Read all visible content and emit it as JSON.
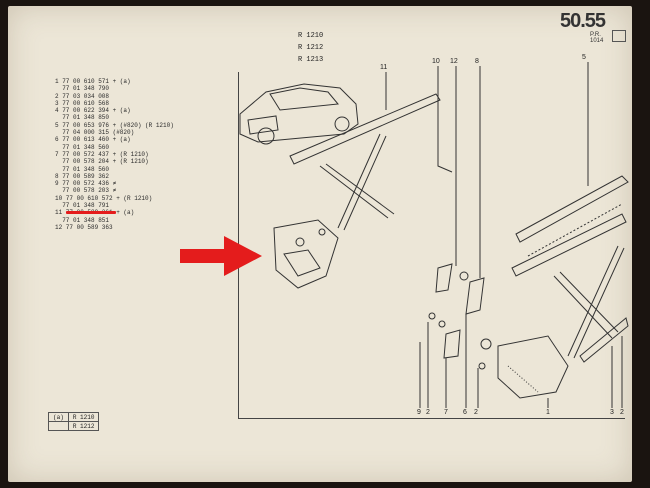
{
  "page": {
    "number": "50.55",
    "sub": "P.R. 1014"
  },
  "header": {
    "line1": "R 1210",
    "line2": "R 1212",
    "line3": "R 1213"
  },
  "parts": [
    {
      "line": "1 77 00 610 571 + (a)"
    },
    {
      "line": "  77 01 348 790"
    },
    {
      "line": "2 77 03 034 008"
    },
    {
      "line": "3 77 00 610 568"
    },
    {
      "line": "4 77 00 622 394 + (a)"
    },
    {
      "line": "  77 01 348 850"
    },
    {
      "line": "5 77 00 653 976 + (#820) (R 1210)"
    },
    {
      "line": "  77 04 000 315 (#820)"
    },
    {
      "line": "6 77 00 613 460 + (a)"
    },
    {
      "line": "  77 01 348 560"
    },
    {
      "line": "7 77 00 572 437 + (R 1210)"
    },
    {
      "line": "  77 00 578 204 + (R 1210)"
    },
    {
      "line": "  77 01 348 560"
    },
    {
      "line": "8 77 00 589 362"
    },
    {
      "line": "9 77 00 572 436 ≠"
    },
    {
      "line": "  77 00 578 203 ≠"
    },
    {
      "line": "10 77 00 610 572 + (R 1210)"
    },
    {
      "line": "  77 01 348 791"
    },
    {
      "line": "11 77 00 589 361 + (a)"
    },
    {
      "line": "  77 01 348 851"
    },
    {
      "line": "12 77 00 589 363"
    }
  ],
  "legend": {
    "label": "(a)",
    "row1": "R 1210",
    "row2": "R 1212"
  },
  "callouts": {
    "top": [
      "11",
      "10",
      "12",
      "8",
      "5"
    ],
    "bottom": [
      "9",
      "2",
      "7",
      "6",
      "2",
      "1",
      "3",
      "2"
    ]
  },
  "colors": {
    "arrow": "#e41c1c",
    "highlight": "#e41c1c",
    "paper": "#ece6d7"
  }
}
